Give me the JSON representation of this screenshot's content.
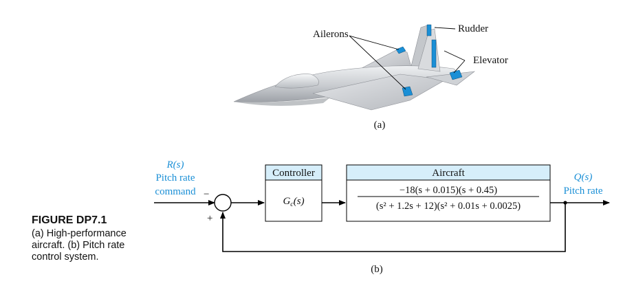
{
  "figure": {
    "label": "FIGURE DP7.1",
    "caption": "(a) High-performance aircraft. (b) Pitch rate control system."
  },
  "part_a": {
    "label": "(a)",
    "callouts": {
      "ailerons": "Ailerons",
      "rudder": "Rudder",
      "elevator": "Elevator"
    }
  },
  "part_b": {
    "label": "(b)",
    "input": {
      "signal": "R(s)",
      "line1": "Pitch rate",
      "line2": "command"
    },
    "output": {
      "signal": "Q(s)",
      "line1": "Pitch rate"
    },
    "summing_junction": {
      "plus": "+",
      "minus": "−"
    },
    "controller": {
      "title": "Controller",
      "tf": "Gc(s)"
    },
    "aircraft": {
      "title": "Aircraft",
      "numerator": "−18(s + 0.015)(s + 0.45)",
      "denominator": "(s² + 1.2s + 12)(s² + 0.01s + 0.0025)"
    }
  },
  "colors": {
    "accent": "#1a8fd6",
    "block_header": "#d6eefa",
    "aircraft_body": "#d4d6da"
  }
}
